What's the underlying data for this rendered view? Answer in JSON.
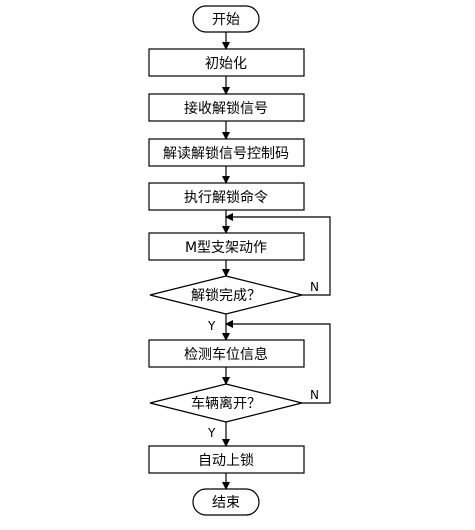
{
  "flowchart": {
    "start": "开始",
    "init": "初始化",
    "receive": "接收解锁信号",
    "decode": "解读解锁信号控制码",
    "execute": "执行解锁命令",
    "m_action": "M型支架动作",
    "unlock_done": "解锁完成？",
    "detect": "检测车位信息",
    "vehicle_left": "车辆离开？",
    "auto_lock": "自动上锁",
    "end": "结束",
    "yes_label": "Y",
    "no_label": "N"
  }
}
